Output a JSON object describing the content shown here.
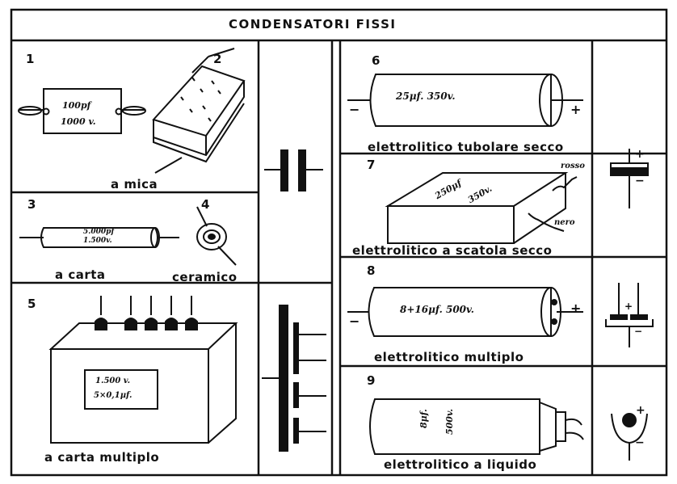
{
  "title": "CONDENSATORI  FISSI",
  "cells": {
    "c1": {
      "num": "1",
      "label": "",
      "value1": "100pf",
      "value2": "1000 v."
    },
    "c2": {
      "num": "2",
      "label": "a  mica"
    },
    "c3": {
      "num": "3",
      "label": "a  carta",
      "value1": "5.000pf",
      "value2": "1.500v."
    },
    "c4": {
      "num": "4",
      "label": "ceramico"
    },
    "c5": {
      "num": "5",
      "label": "a  carta  multiplo",
      "value1": "1.500 v.",
      "value2": "5×0,1μf."
    },
    "c6": {
      "num": "6",
      "label": "elettrolitico  tubolare  secco",
      "value1": "25μf.  350v.",
      "minus": "−",
      "plus": "+"
    },
    "c7": {
      "num": "7",
      "label": "elettrolitico  a  scatola  secco",
      "value1": "250μf",
      "value2": "350v.",
      "wire1": "rosso",
      "wire2": "nero"
    },
    "c8": {
      "num": "8",
      "label": "elettrolitico  multiplo",
      "value1": "8+16μf.  500v.",
      "minus": "−",
      "plus": "+"
    },
    "c9": {
      "num": "9",
      "label": "elettrolitico  a  liquido",
      "value1": "8μf.",
      "value2": "500v."
    }
  },
  "symbols": {
    "electrolytic": {
      "plus": "+",
      "minus": "−"
    },
    "multiple": {
      "plus": "+",
      "minus": "−"
    },
    "liquid": {
      "plus": "+",
      "minus": "−"
    }
  }
}
